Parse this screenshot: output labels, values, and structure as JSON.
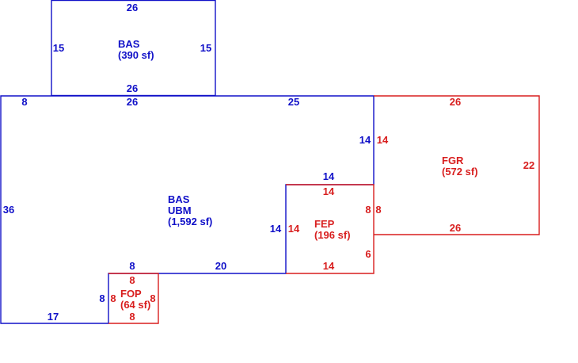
{
  "colors": {
    "blue": "#1010c8",
    "red": "#d81e1e",
    "background": "#ffffff"
  },
  "areas": {
    "bas_upper": {
      "code": "BAS",
      "size": "(390 sf)"
    },
    "bas_main": {
      "code": "BAS",
      "sub": "UBM",
      "size": "(1,592 sf)"
    },
    "fgr": {
      "code": "FGR",
      "size": "(572 sf)"
    },
    "fep": {
      "code": "FEP",
      "size": "(196 sf)"
    },
    "fop": {
      "code": "FOP",
      "size": "(64 sf)"
    }
  },
  "dimensions": {
    "bas_upper_top": "26",
    "bas_upper_left": "15",
    "bas_upper_right": "15",
    "bas_upper_bottom": "26",
    "main_top_left": "8",
    "main_top_mid": "26",
    "main_top_right": "25",
    "main_left": "36",
    "main_right_upper": "14",
    "main_fep_top": "14",
    "main_fep_left": "14",
    "main_step_top": "8",
    "main_step_mid": "20",
    "main_bottom": "17",
    "main_fop_left": "8",
    "fgr_top": "26",
    "fgr_left": "14",
    "fgr_right": "22",
    "fgr_bottom": "26",
    "fgr_lower_left": "8",
    "fep_top": "14",
    "fep_left": "14",
    "fep_right_upper": "8",
    "fep_right_lower": "6",
    "fep_bottom": "14",
    "fop_top": "8",
    "fop_left": "8",
    "fop_right": "8",
    "fop_bottom": "8"
  }
}
